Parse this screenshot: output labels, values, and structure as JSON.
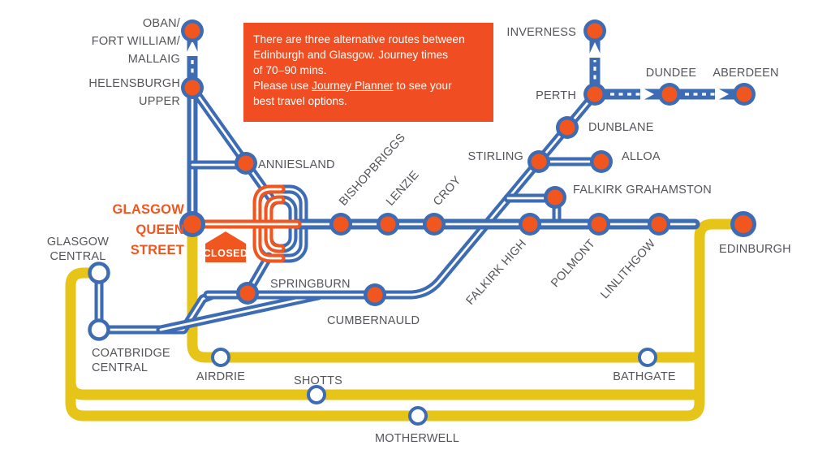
{
  "colors": {
    "line_blue": "#3d6cb4",
    "line_orange": "#f1561f",
    "line_yellow": "#e7c418",
    "label_gray": "#54555a",
    "info_box_orange": "#f04e22",
    "station_core_orange": "#f1561f",
    "station_white": "#ffffff"
  },
  "info_box": {
    "line1": "There are three alternative routes between",
    "line2": "Edinburgh and Glasgow. Journey times",
    "line3": "of 70–90 mins.",
    "line4_pre": "Please use ",
    "line4_link": "Journey Planner",
    "line4_post": " to see your",
    "line5": "best travel options."
  },
  "badge": {
    "label": "CLOSED"
  },
  "labels": {
    "oban_1": "OBAN/",
    "oban_2": "FORT WILLIAM/",
    "oban_3": "MALLAIG",
    "helensburgh_1": "HELENSBURGH",
    "helensburgh_2": "UPPER",
    "inverness": "INVERNESS",
    "perth": "PERTH",
    "dundee": "DUNDEE",
    "aberdeen": "ABERDEEN",
    "dunblane": "DUNBLANE",
    "stirling": "STIRLING",
    "alloa": "ALLOA",
    "falkirk_grahamston": "FALKIRK GRAHAMSTON",
    "anniesland": "ANNIESLAND",
    "queen_1": "GLASGOW",
    "queen_2": "QUEEN",
    "queen_3": "STREET",
    "bishopbriggs": "BISHOPBRIGGS",
    "lenzie": "LENZIE",
    "croy": "CROY",
    "falkirk_high": "FALKIRK HIGH",
    "polmont": "POLMONT",
    "linlithgow": "LINLITHGOW",
    "edinburgh": "EDINBURGH",
    "glasgow_central_1": "GLASGOW",
    "glasgow_central_2": "CENTRAL",
    "coatbridge_1": "COATBRIDGE",
    "coatbridge_2": "CENTRAL",
    "springburn": "SPRINGBURN",
    "cumbernauld": "CUMBERNAULD",
    "airdrie": "AIRDRIE",
    "shotts": "SHOTTS",
    "bathgate": "BATHGATE",
    "motherwell": "MOTHERWELL"
  }
}
